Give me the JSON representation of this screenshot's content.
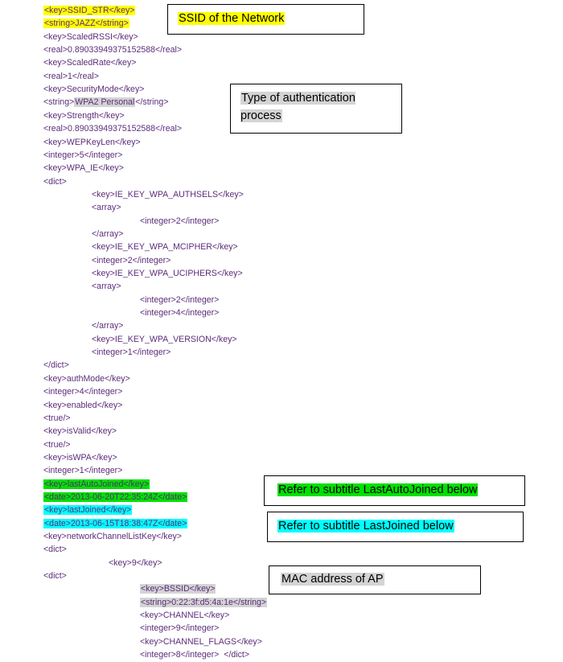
{
  "colors": {
    "text": "#5b2c7a",
    "yellow": "#ffff00",
    "gray": "#d4d4d4",
    "green": "#00e000",
    "cyan": "#00ffff"
  },
  "lines": [
    {
      "text": "<key>SSID_STR</key>",
      "hl": "yellow"
    },
    {
      "text": "<string>JAZZ</string>",
      "hl": "yellow"
    },
    {
      "text": "<key>ScaledRSSI</key>"
    },
    {
      "text": "<real>0.89033949375152588</real>"
    },
    {
      "text": "<key>ScaledRate</key>"
    },
    {
      "text": "<real>1</real>"
    },
    {
      "text": "<key>SecurityMode</key>"
    },
    {
      "text": "<string>",
      "suffix": "</string>",
      "mid": "WPA2 Personal",
      "hl_mid": "gray"
    },
    {
      "text": "<key>Strength</key>"
    },
    {
      "text": "<real>0.89033949375152588</real>"
    },
    {
      "text": "<key>WEPKeyLen</key>"
    },
    {
      "text": "<integer>5</integer>"
    },
    {
      "text": "<key>WPA_IE</key>"
    },
    {
      "text": "<dict>"
    },
    {
      "text": "<key>IE_KEY_WPA_AUTHSELS</key>",
      "indent": 1
    },
    {
      "text": "<array>",
      "indent": 1
    },
    {
      "text": "<integer>2</integer>",
      "indent": 2
    },
    {
      "text": "</array>",
      "indent": 1
    },
    {
      "text": "<key>IE_KEY_WPA_MCIPHER</key>",
      "indent": 1
    },
    {
      "text": "<integer>2</integer>",
      "indent": 1
    },
    {
      "text": "<key>IE_KEY_WPA_UCIPHERS</key>",
      "indent": 1
    },
    {
      "text": "<array>",
      "indent": 1
    },
    {
      "text": "<integer>2</integer>",
      "indent": 2
    },
    {
      "text": "<integer>4</integer>",
      "indent": 2
    },
    {
      "text": "</array>",
      "indent": 1
    },
    {
      "text": "<key>IE_KEY_WPA_VERSION</key>",
      "indent": 1
    },
    {
      "text": "<integer>1</integer>",
      "indent": 1
    },
    {
      "text": "</dict>"
    },
    {
      "text": "<key>authMode</key>"
    },
    {
      "text": "<integer>4</integer>"
    },
    {
      "text": "<key>enabled</key>"
    },
    {
      "text": "<true/>"
    },
    {
      "text": "<key>isValid</key>"
    },
    {
      "text": "<true/>"
    },
    {
      "text": "<key>isWPA</key>"
    },
    {
      "text": "<integer>1</integer>"
    },
    {
      "text": "<key>lastAutoJoined</key>",
      "hl": "green"
    },
    {
      "text": "<date>2013-06-20T22:35:24Z</date>",
      "hl": "green"
    },
    {
      "text": "<key>lastJoined</key>",
      "hl": "cyan"
    },
    {
      "text": "<date>2013-06-15T18:38:47Z</date>",
      "hl": "cyan"
    },
    {
      "text": "<key>networkChannelListKey</key>"
    },
    {
      "text": "<dict>"
    },
    {
      "text": "<key>9</key>",
      "indent": 1.35
    },
    {
      "text": "<dict>"
    },
    {
      "text": "<key>BSSID</key>",
      "indent": 2,
      "hl": "gray"
    },
    {
      "text": "<string>0:22:3f:d5:4a:1e</string>",
      "indent": 2,
      "hl": "gray"
    },
    {
      "text": "<key>CHANNEL</key>",
      "indent": 2
    },
    {
      "text": "<integer>9</integer>",
      "indent": 2
    },
    {
      "text": "<key>CHANNEL_FLAGS</key>",
      "indent": 2
    },
    {
      "text": "<integer>8</integer>  </dict>",
      "indent": 2
    }
  ],
  "callouts": [
    {
      "text": "SSID of the Network",
      "hl": "yellow"
    },
    {
      "text": "Type of authentication\nprocess",
      "hl": "gray"
    },
    {
      "text": "Refer to subtitle LastAutoJoined below",
      "hl": "green"
    },
    {
      "text": "Refer to subtitle LastJoined below",
      "hl": "cyan"
    },
    {
      "text": "MAC address of AP",
      "hl": "gray"
    }
  ]
}
